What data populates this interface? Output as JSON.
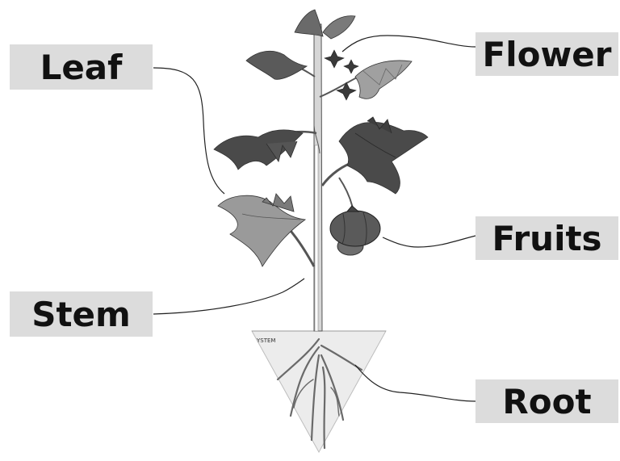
{
  "labels": {
    "leaf": "Leaf",
    "flower": "Flower",
    "fruits": "Fruits",
    "stem": "Stem",
    "root": "Root"
  },
  "soil_text": "YSTEM",
  "colors": {
    "label_bg": "#dcdcdc",
    "leaf_dark": "#4a4a4a",
    "leaf_light": "#8c8c8c",
    "stem": "#cfcfcf",
    "fruit": "#5c5c5c",
    "soil": "#ececec",
    "leader": "#222222"
  }
}
